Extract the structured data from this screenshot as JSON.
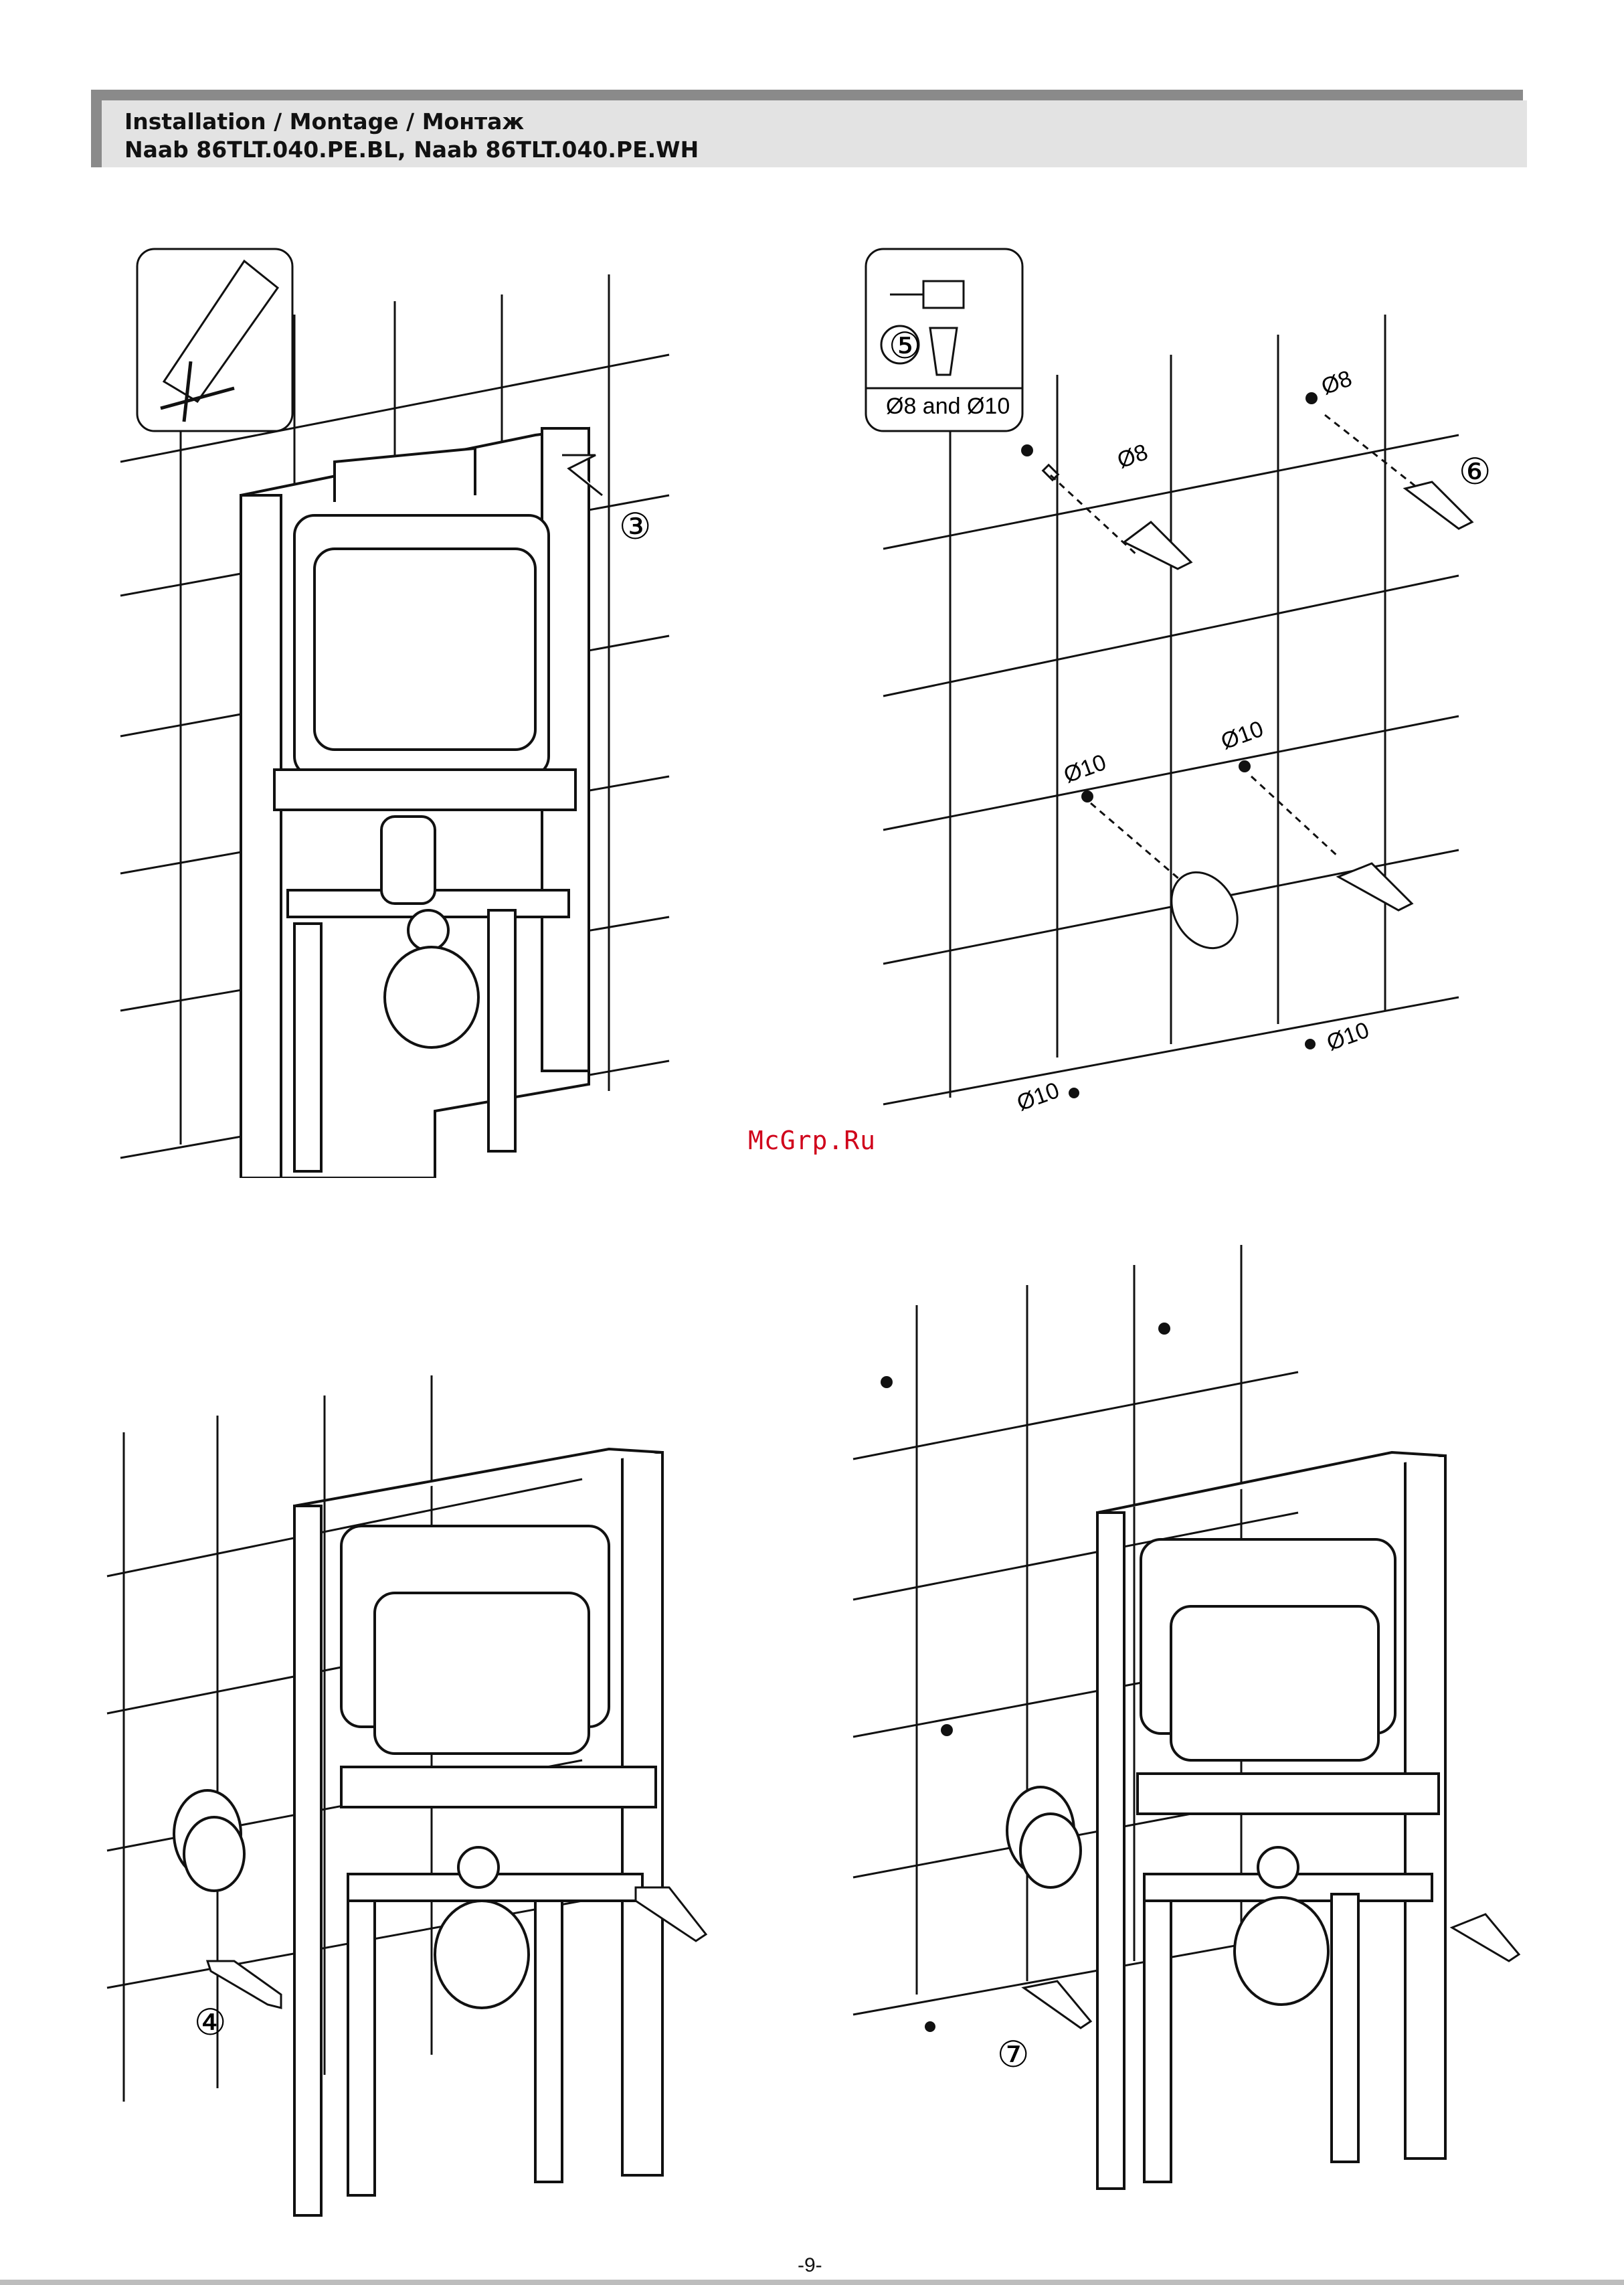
{
  "header": {
    "line1": "Installation / Montage / Монтаж",
    "line2": "Naab 86TLT.040.PE.BL, Naab 86TLT.040.PE.WH"
  },
  "steps": {
    "s3": "③",
    "s4": "④",
    "s5": "⑤",
    "s6": "⑥",
    "s7": "⑦"
  },
  "tool_box": {
    "caption": "Ø8 and Ø10"
  },
  "dims": {
    "d8_left": "Ø8",
    "d8_right": "Ø8",
    "d10_left": "Ø10",
    "d10_right": "Ø10",
    "d10_floor_left": "Ø10",
    "d10_floor_right": "Ø10"
  },
  "watermark": "McGrp.Ru",
  "page_number": "-9-",
  "icons": [
    "pencil-mark-icon",
    "drill-icon",
    "arrow-icon",
    "installation-frame-drawing"
  ]
}
